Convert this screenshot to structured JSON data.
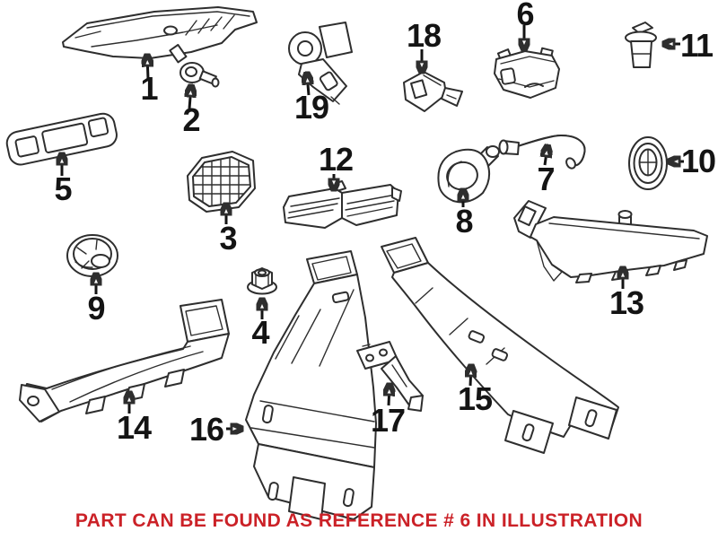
{
  "diagram": {
    "type": "exploded-parts-illustration",
    "caption": {
      "text": "PART CAN BE FOUND AS REFERENCE # 6 IN ILLUSTRATION",
      "color": "#cb2127",
      "referenced_part": "6"
    },
    "colors": {
      "background": "#ffffff",
      "line_art": "#2e2e2e",
      "label_text": "#141414"
    },
    "parts": [
      {
        "ref": "1",
        "arrow_direction": "up"
      },
      {
        "ref": "2",
        "arrow_direction": "up"
      },
      {
        "ref": "3",
        "arrow_direction": "up"
      },
      {
        "ref": "4",
        "arrow_direction": "up"
      },
      {
        "ref": "5",
        "arrow_direction": "up"
      },
      {
        "ref": "6",
        "arrow_direction": "down"
      },
      {
        "ref": "7",
        "arrow_direction": "up"
      },
      {
        "ref": "8",
        "arrow_direction": "up"
      },
      {
        "ref": "9",
        "arrow_direction": "up"
      },
      {
        "ref": "10",
        "arrow_direction": "left"
      },
      {
        "ref": "11",
        "arrow_direction": "left"
      },
      {
        "ref": "12",
        "arrow_direction": "down"
      },
      {
        "ref": "13",
        "arrow_direction": "up"
      },
      {
        "ref": "14",
        "arrow_direction": "up"
      },
      {
        "ref": "15",
        "arrow_direction": "up"
      },
      {
        "ref": "16",
        "arrow_direction": "right"
      },
      {
        "ref": "17",
        "arrow_direction": "up"
      },
      {
        "ref": "18",
        "arrow_direction": "down"
      },
      {
        "ref": "19",
        "arrow_direction": "up"
      }
    ]
  }
}
